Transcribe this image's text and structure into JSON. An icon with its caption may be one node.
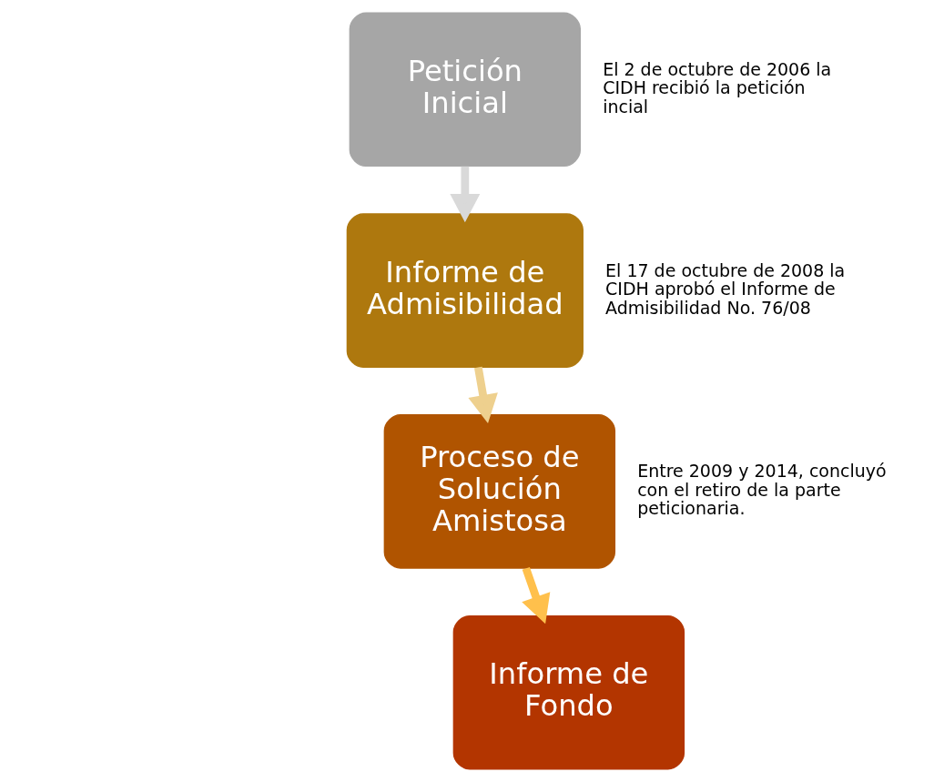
{
  "diagram": {
    "nodes": [
      {
        "text": [
          "Petición Inicial"
        ],
        "beside": [
          "El 2 de octubre de 2006 la CIDH recibió la petición incial"
        ]
      },
      {
        "text": [
          "Informe de Admisibilidad"
        ],
        "beside": [
          "El 17 de octubre de 2008 la CIDH aprobó el Informe de Admisibilidad No. 76/08"
        ]
      },
      {
        "text": [
          "Proceso de Solución Amistosa"
        ],
        "beside": [
          "Entre 2009 y 2014, concluyó con el retiro de la parte peticionaria."
        ]
      },
      {
        "text": [
          "Informe de Fondo"
        ]
      }
    ],
    "edges": [
      {
        "from": 0,
        "to": 1,
        "arrow": "to",
        "color": "#d9d9d9"
      },
      {
        "from": 1,
        "to": 2,
        "arrow": "to",
        "color": "#eed08e"
      },
      {
        "from": 2,
        "to": 3,
        "arrow": "to",
        "color": "#ffc04c"
      }
    ]
  }
}
